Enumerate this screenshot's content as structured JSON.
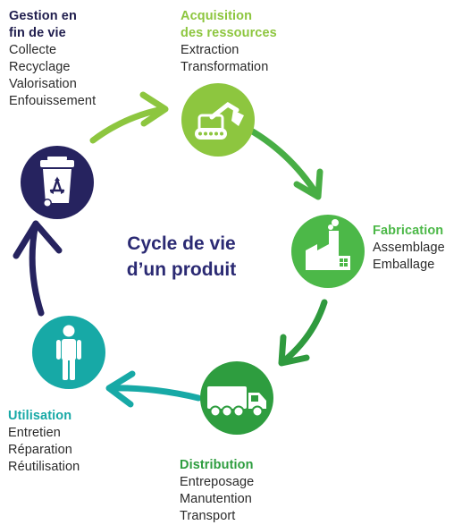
{
  "center": {
    "line1": "Cycle de vie",
    "line2": "d’un produit"
  },
  "stages": [
    {
      "id": "acquisition",
      "title_lines": [
        "Acquisition",
        "des ressources"
      ],
      "items": [
        "Extraction",
        "Transformation"
      ],
      "color": "#8dc63f",
      "icon": "excavator-icon"
    },
    {
      "id": "fabrication",
      "title_lines": [
        "Fabrication"
      ],
      "items": [
        "Assemblage",
        "Emballage"
      ],
      "color": "#4cb848",
      "icon": "factory-icon"
    },
    {
      "id": "distribution",
      "title_lines": [
        "Distribution"
      ],
      "items": [
        "Entreposage",
        "Manutention",
        "Transport"
      ],
      "color": "#2e9d3f",
      "icon": "truck-icon"
    },
    {
      "id": "utilisation",
      "title_lines": [
        "Utilisation"
      ],
      "items": [
        "Entretien",
        "Réparation",
        "Réutilisation"
      ],
      "color": "#17a9a6",
      "icon": "person-icon"
    },
    {
      "id": "fin-de-vie",
      "title_lines": [
        "Gestion en",
        "fin de vie"
      ],
      "items": [
        "Collecte",
        "Recyclage",
        "Valorisation",
        "Enfouissement"
      ],
      "color": "#26235f",
      "icon": "recycling-bin-icon"
    }
  ],
  "colors": {
    "title_dark": "#1f1d4d",
    "arrow_top": "#8dc63f",
    "arrow_right_upper": "#48ae45",
    "arrow_right_lower": "#2f9a3e",
    "arrow_bottom": "#17a9a6",
    "arrow_left": "#26235f",
    "center_text": "#2b2a73"
  }
}
